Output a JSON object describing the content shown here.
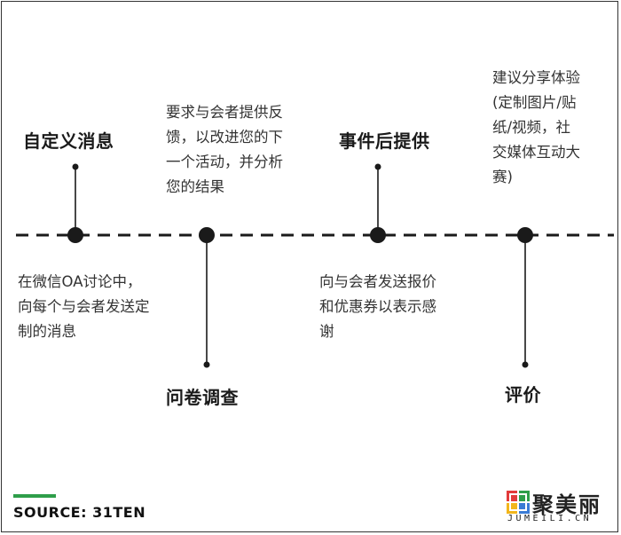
{
  "items": [
    {
      "title": "自定义消息",
      "desc": [
        "在微信OA讨论中，",
        "向每个与会者发送定",
        "制的消息"
      ]
    },
    {
      "title": "问卷调查",
      "desc": [
        "要求与会者提供反",
        "馈，以改进您的下",
        "一个活动，并分析",
        "您的结果"
      ]
    },
    {
      "title": "事件后提供",
      "desc": [
        "向与会者发送报价",
        "和优惠券以表示感",
        "谢"
      ]
    },
    {
      "title": "评价",
      "desc": [
        "建议分享体验",
        "(定制图片/贴",
        "纸/视频，社",
        "交媒体互动大",
        "赛)"
      ]
    }
  ],
  "source": "SOURCE: 31TEN",
  "logo": {
    "name": "聚美丽",
    "sub": "JUMEILI.CN"
  },
  "colors": {
    "accent": "#2e9e4a",
    "line": "#1a1a1a"
  }
}
